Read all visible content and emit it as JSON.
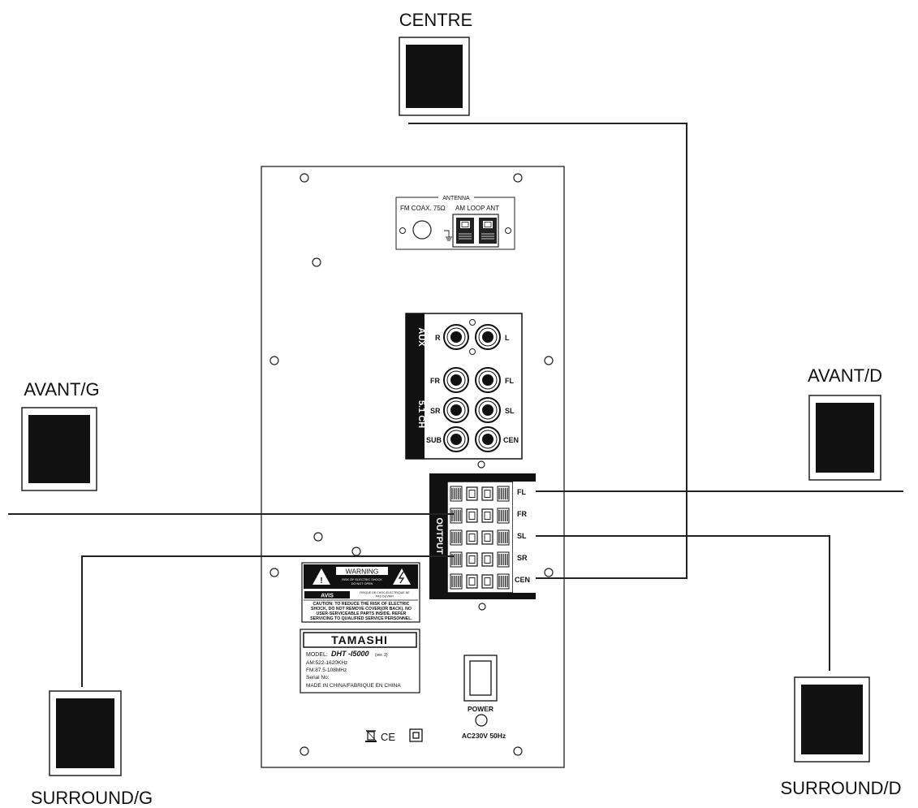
{
  "speakers": {
    "centre": "CENTRE",
    "front_left": "AVANT/G",
    "front_right": "AVANT/D",
    "surround_left": "SURROUND/G",
    "surround_right": "SURROUND/D"
  },
  "antenna": {
    "title": "ANTENNA",
    "fm_label": "FM COAX. 75Ω",
    "am_label": "AM LOOP ANT"
  },
  "aux_panel": {
    "aux_label": "AUX",
    "ch_label": "5.1 CH",
    "jacks": {
      "r": "R",
      "l": "L",
      "fr": "FR",
      "fl": "FL",
      "sr": "SR",
      "sl": "SL",
      "sub": "SUB",
      "cen": "CEN"
    }
  },
  "output_panel": {
    "label": "OUTPUT",
    "terminals": [
      "FL",
      "FR",
      "SL",
      "SR",
      "CEN"
    ]
  },
  "warning_label": {
    "warning": "WARNING",
    "shock_line1": "RISK OF ELECTRIC SHOCK",
    "shock_line2": "DO NOT OPEN",
    "avis": "AVIS",
    "avis_text1": "RISQUE DE CHOC ÉLECTRIQUE NE",
    "avis_text2": "PAS OUVRIR",
    "caution1": "CAUTION:  TO REDUCE THE RISK OF ELECTRIC",
    "caution2": "SHOCK, DO NOT REMOVE COVER(OR BACK). NO",
    "caution3": "USER-SERVICEABLE PARTS INSIDE. REFER",
    "caution4": "SERVICING TO QUALIFIED SERVICE PERSONNEL."
  },
  "rating_label": {
    "brand": "TAMASHI",
    "model_prefix": "MODEL:",
    "model": "DHT -I5000",
    "version": "(ver. 2)",
    "am": "AM:522-1620KHz",
    "fm": "FM:87.5-108MHz",
    "serial": "Serial No:",
    "made_in": "MADE IN CHINA/FABRIQUE EN CHINA"
  },
  "power": {
    "label": "POWER",
    "rating": "AC230V  50Hz"
  },
  "marks": {
    "ce": "CE"
  }
}
